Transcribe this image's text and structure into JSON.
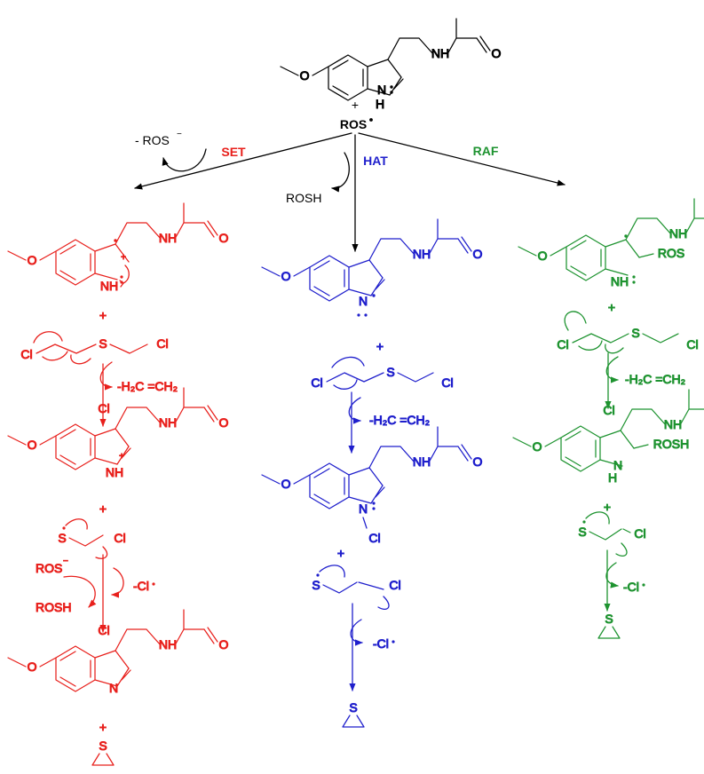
{
  "colors": {
    "black": "#000000",
    "set": "#e8201c",
    "hat": "#1f1fcc",
    "raf": "#1e9330"
  },
  "atoms": {
    "O": "O",
    "N": "N",
    "H": "H",
    "NH": "NH",
    "Cl": "Cl",
    "S": "S",
    "plus": "+"
  },
  "start": {
    "plus": "+",
    "ros": "ROS"
  },
  "labels": {
    "ros": "ROS",
    "minus_ros": "- ROS",
    "minus_sign": "−",
    "rosh": "ROSH",
    "minus_cl_radical": "-Cl",
    "ethylene": "-H₂C =CH₂",
    "ros_substituent": "ROS",
    "rosh_substituent": "ROSH"
  },
  "pathways": {
    "set": {
      "label": "SET",
      "color": "#e8201c"
    },
    "hat": {
      "label": "HAT",
      "color": "#1f1fcc"
    },
    "raf": {
      "label": "RAF",
      "color": "#1e9330"
    }
  }
}
